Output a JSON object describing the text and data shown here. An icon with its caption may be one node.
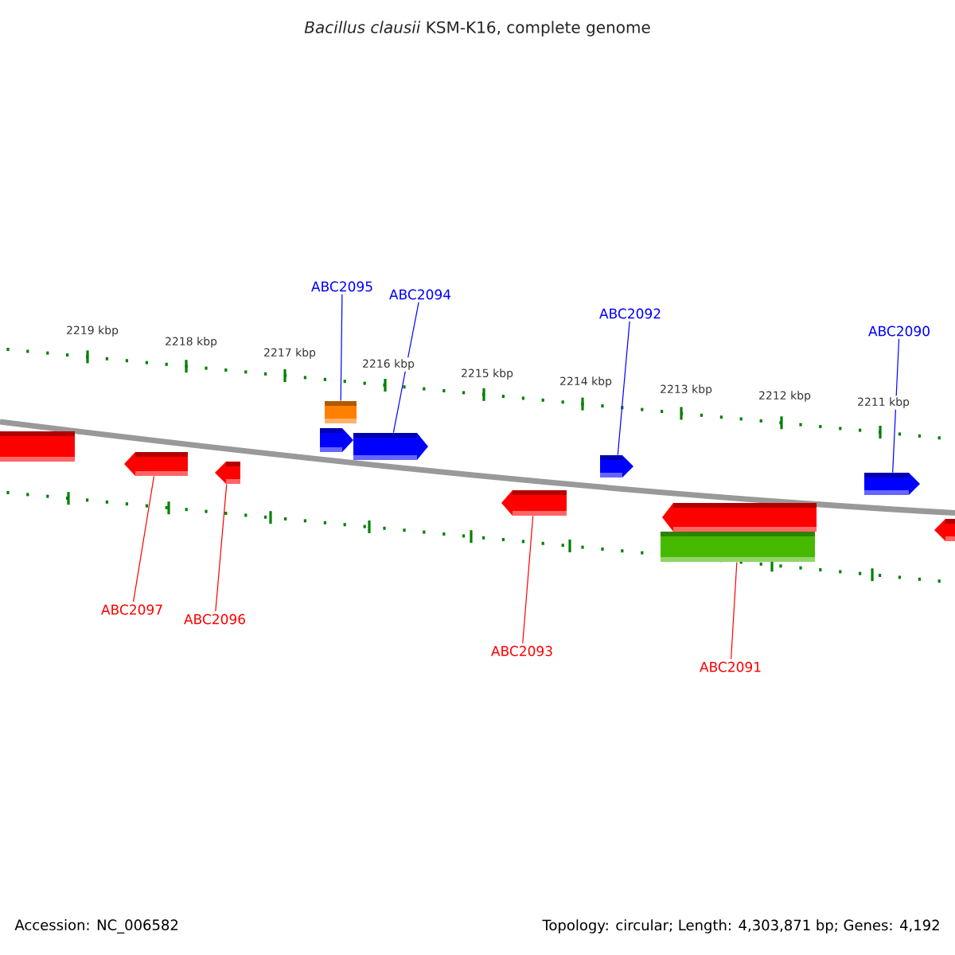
{
  "diagram": {
    "title": "*Bacillus clausii* KSM-K16, complete genome",
    "nodes": [
      {
        "text": [
          "ABC2095"
        ]
      },
      {
        "text": [
          "ABC2094"
        ]
      },
      {
        "text": [
          "ABC2092"
        ]
      },
      {
        "text": [
          "ABC2090"
        ]
      },
      {
        "text": [],
        "shape": "box"
      },
      {
        "text": [],
        "shape": "arrow"
      },
      {
        "text": [],
        "shape": "arrow"
      },
      {
        "text": [],
        "shape": "arrow"
      },
      {
        "text": [],
        "shape": "box"
      },
      {
        "text": [],
        "shape": "arrow"
      },
      {
        "text": [],
        "shape": "arrow"
      },
      {
        "text": [],
        "shape": "arrow"
      },
      {
        "text": [],
        "shape": "box"
      },
      {
        "text": [],
        "shape": "arrow"
      },
      {
        "text": [],
        "shape": "arrow"
      },
      {
        "text": [],
        "shape": "arrow"
      },
      {
        "text": [
          "ABC2097"
        ]
      },
      {
        "text": [
          "ABC2096"
        ]
      },
      {
        "text": [
          "ABC2093"
        ]
      },
      {
        "text": [
          "ABC2091"
        ]
      }
    ],
    "edges": [
      {
        "from": 0,
        "to": 8,
        "arrow": "none",
        "color": "#0000ff"
      },
      {
        "from": 1,
        "to": 9,
        "arrow": "none",
        "color": "#0000ff"
      },
      {
        "from": 2,
        "to": 11,
        "arrow": "none",
        "color": "#0000ff"
      },
      {
        "from": 3,
        "to": 14,
        "arrow": "none",
        "color": "#0000ff"
      },
      {
        "from": 16,
        "to": 5,
        "arrow": "none",
        "color": "#ff0000"
      },
      {
        "from": 17,
        "to": 6,
        "arrow": "none",
        "color": "#ff0000"
      },
      {
        "from": 18,
        "to": 10,
        "arrow": "none",
        "color": "#ff0000"
      },
      {
        "from": 19,
        "to": 12,
        "arrow": "none",
        "color": "#ff0000"
      }
    ],
    "labels": [
      "2219 kbp",
      "2218 kbp",
      "2217 kbp",
      "2216 kbp",
      "2215 kbp",
      "2214 kbp",
      "2213 kbp",
      "2212 kbp",
      "2211 kbp",
      "Accession: NC_006582",
      "Topology: circular; Length: 4,303,871 bp; Genes: 4,192"
    ]
  }
}
